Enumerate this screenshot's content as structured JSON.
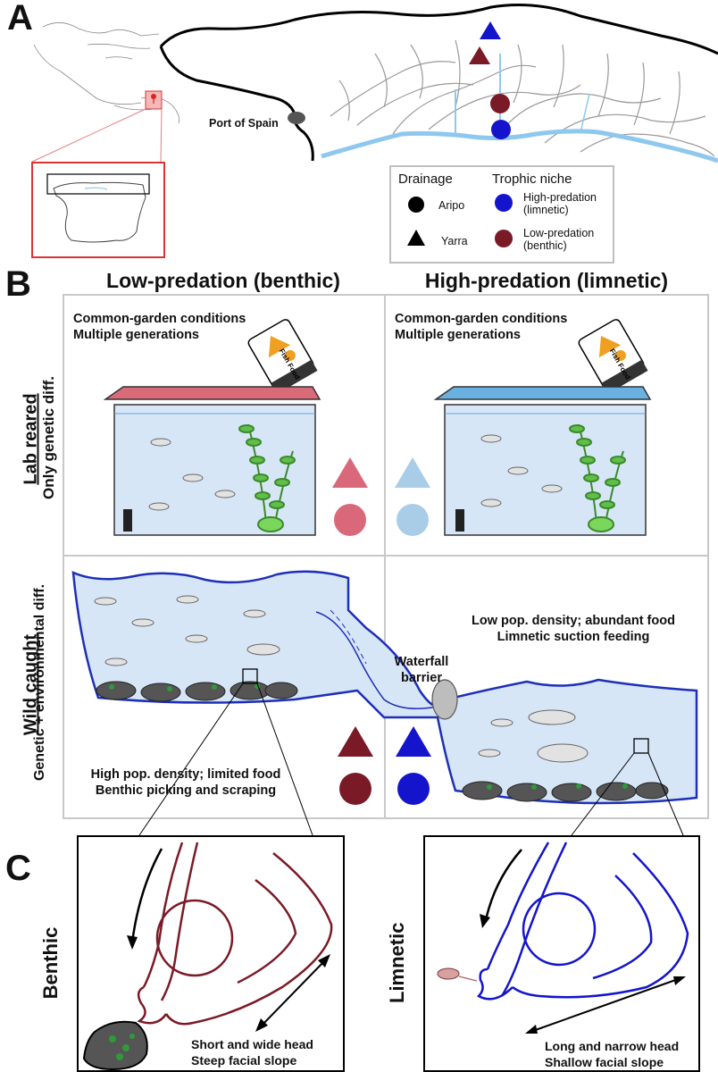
{
  "panels": {
    "a": "A",
    "b": "B",
    "c": "C"
  },
  "map": {
    "port_label": "Port of Spain"
  },
  "legend": {
    "drainage_title": "Drainage",
    "niche_title": "Trophic niche",
    "aripo": "Aripo",
    "yarra": "Yarra",
    "high_predation_1": "High-predation",
    "high_predation_2": "(limnetic)",
    "low_predation_1": "Low-predation",
    "low_predation_2": "(benthic)"
  },
  "panel_b": {
    "col_low": "Low-predation (benthic)",
    "col_high": "High-predation (limnetic)",
    "row_lab_main": "Lab reared",
    "row_lab_sub": "Only genetic diff.",
    "row_wild_main": "Wild caught",
    "row_wild_sub": "Genetic + environmental diff.",
    "lab_line1": "Common-garden conditions",
    "lab_line2": "Multiple generations",
    "fish_food": "Fish Food",
    "waterfall_1": "Waterfall",
    "waterfall_2": "barrier",
    "high_line1": "Low pop. density; abundant food",
    "high_line2": "Limnetic suction feeding",
    "low_line1": "High pop. density; limited food",
    "low_line2": "Benthic picking and scraping"
  },
  "panel_c": {
    "benthic_label": "Benthic",
    "limnetic_label": "Limnetic",
    "benthic_cap1": "Short and wide head",
    "benthic_cap2": "Steep facial slope",
    "limnetic_cap1": "Long and narrow head",
    "limnetic_cap2": "Shallow facial slope"
  },
  "colors": {
    "low_wild": "#7a1a26",
    "high_wild": "#1414cc",
    "low_lab": "#d9697a",
    "high_lab": "#a9cde6",
    "water": "#d6e6f7",
    "river": "#8ec8ee",
    "plant": "#4aa63a"
  }
}
